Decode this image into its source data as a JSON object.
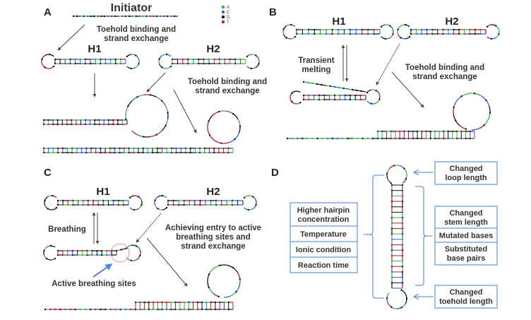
{
  "figure": {
    "legend": {
      "items": [
        {
          "base": "A",
          "color": "#3cb043"
        },
        {
          "base": "C",
          "color": "#2f5fd0"
        },
        {
          "base": "G",
          "color": "#111111"
        },
        {
          "base": "T",
          "color": "#b01c2e"
        }
      ]
    },
    "panels": {
      "A": {
        "label": "A",
        "initiator_title": "Initiator",
        "h1_title": "H1",
        "h2_title": "H2",
        "step1_line1": "Toehold binding and",
        "step1_line2": "strand exchange",
        "step2_line1": "Toehold binding and",
        "step2_line2": "strand exchange"
      },
      "B": {
        "label": "B",
        "h1_title": "H1",
        "h2_title": "H2",
        "melting_line1": "Transient",
        "melting_line2": "melting",
        "step_line1": "Toehold binding and",
        "step_line2": "strand exchange"
      },
      "C": {
        "label": "C",
        "h1_title": "H1",
        "h2_title": "H2",
        "breathing": "Breathing",
        "entry_line1": "Achieving entry to active",
        "entry_line2": "breathing sites and",
        "entry_line3": "strand exchange",
        "active_sites": "Active breathing sites"
      },
      "D": {
        "label": "D",
        "left_factors": [
          {
            "line1": "Higher hairpin",
            "line2": "concentration"
          },
          {
            "line1": "Temperature",
            "line2": ""
          },
          {
            "line1": "Ionic  condition",
            "line2": ""
          },
          {
            "line1": "Reaction time",
            "line2": ""
          }
        ],
        "loop_box": {
          "line1": "Changed",
          "line2": "loop length"
        },
        "stem_factors": [
          {
            "line1": "Changed",
            "line2": "stem length"
          },
          {
            "line1": "Mutated bases",
            "line2": ""
          },
          {
            "line1": "Substituted",
            "line2": "base pairs"
          }
        ],
        "toehold_box": {
          "line1": "Changed",
          "line2": "toehold length"
        }
      }
    }
  }
}
